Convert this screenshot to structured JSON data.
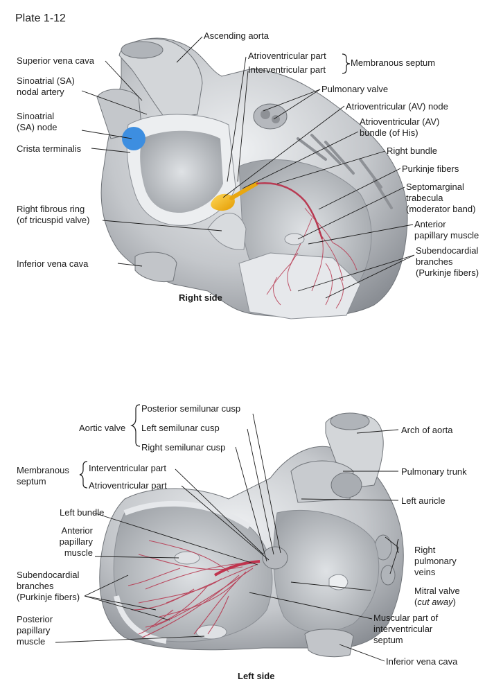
{
  "plate": "Plate 1-12",
  "top": {
    "caption": "Right side",
    "labels": {
      "ascending_aorta": "Ascending aorta",
      "av_part": "Atrioventricular part",
      "iv_part": "Interventricular part",
      "membranous_septum": "Membranous septum",
      "svc": "Superior vena cava",
      "sa_artery_1": "Sinoatrial (SA)",
      "sa_artery_2": "nodal artery",
      "pulmonary_valve": "Pulmonary valve",
      "av_node": "Atrioventricular (AV) node",
      "sa_node_1": "Sinoatrial",
      "sa_node_2": "(SA) node",
      "av_bundle_1": "Atrioventricular (AV)",
      "av_bundle_2": "bundle (of His)",
      "crista": "Crista terminalis",
      "right_bundle": "Right bundle",
      "purkinje": "Purkinje fibers",
      "septomarginal_1": "Septomarginal",
      "septomarginal_2": "trabecula",
      "septomarginal_3": "(moderator band)",
      "fibrous_ring_1": "Right fibrous ring",
      "fibrous_ring_2": "(of tricuspid valve)",
      "ant_papillary_1": "Anterior",
      "ant_papillary_2": "papillary muscle",
      "subendo_1": "Subendocardial",
      "subendo_2": "branches",
      "subendo_3": "(Purkinje fibers)",
      "ivc": "Inferior vena cava"
    }
  },
  "bottom": {
    "caption": "Left side",
    "labels": {
      "posterior_cusp": "Posterior semilunar cusp",
      "aortic_valve": "Aortic valve",
      "left_cusp": "Left semilunar cusp",
      "arch_aorta": "Arch of aorta",
      "right_cusp": "Right semilunar cusp",
      "membranous_1": "Membranous",
      "membranous_2": "septum",
      "iv_part": "Interventricular part",
      "pulmonary_trunk": "Pulmonary trunk",
      "av_part": "Atrioventricular part",
      "left_auricle": "Left auricle",
      "left_bundle": "Left bundle",
      "anterior_1": "Anterior",
      "anterior_2": "papillary",
      "anterior_3": "muscle",
      "right_pulm_1": "Right",
      "right_pulm_2": "pulmonary",
      "right_pulm_3": "veins",
      "subendo_1": "Subendocardial",
      "subendo_2": "branches",
      "subendo_3": "(Purkinje fibers)",
      "mitral_1": "Mitral valve",
      "mitral_2": "cut away",
      "muscular_1": "Muscular part of",
      "muscular_2": "interventricular",
      "muscular_3": "septum",
      "posterior_1": "Posterior",
      "posterior_2": "papillary",
      "posterior_3": "muscle",
      "ivc": "Inferior vena cava"
    }
  },
  "colors": {
    "tissue": "#c9cbcf",
    "tissue_dark": "#8e9196",
    "cut_surface": "#e9ebee",
    "sa_node": "#3d8ee0",
    "av_node": "#f2b118",
    "purkinje": "#b83a52"
  }
}
